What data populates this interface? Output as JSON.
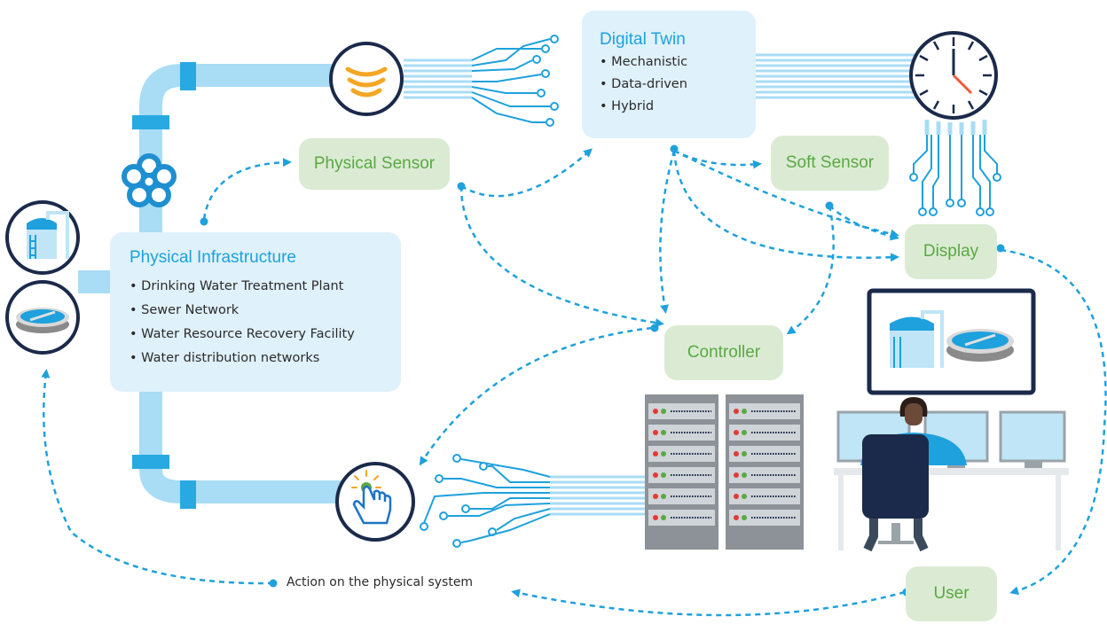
{
  "infrastructure": {
    "title": "Physical Infrastructure",
    "items": [
      "Drinking Water Treatment Plant",
      "Sewer Network",
      "Water Resource Recovery Facility",
      "Water distribution networks"
    ]
  },
  "digital_twin": {
    "title": "Digital Twin",
    "items": [
      "Mechanistic",
      "Data-driven",
      "Hybrid"
    ]
  },
  "nodes": {
    "physical_sensor": "Physical Sensor",
    "soft_sensor": "Soft Sensor",
    "display": "Display",
    "controller": "Controller",
    "user": "User"
  },
  "action_label": "Action on the physical system",
  "colors": {
    "accent_blue": "#1ea1dc",
    "pipe_blue": "#a9dcf5",
    "green_box": "#dbebd3",
    "green_text": "#5aa844",
    "navy": "#1b2a4a",
    "orange": "#f5a623"
  }
}
